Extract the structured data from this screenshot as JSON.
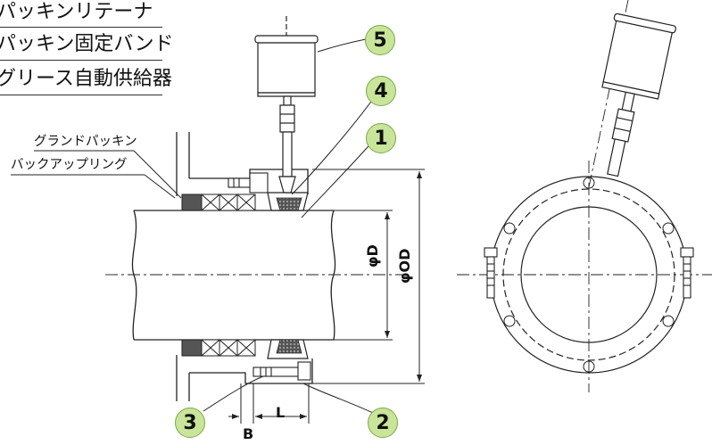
{
  "legend": [
    {
      "text": "パッキンリテーナ"
    },
    {
      "text": "パッキン固定バンド"
    },
    {
      "text": "グリース自動供給器"
    }
  ],
  "callouts": {
    "gland_packing": "グランドパッキン",
    "backup_ring": "バックアップリング"
  },
  "badges": [
    "5",
    "4",
    "1",
    "3",
    "2"
  ],
  "dimensions": {
    "inner_diameter": "φD",
    "outer_diameter": "φOD",
    "length": "L",
    "gap": "B"
  },
  "colors": {
    "badge_fill": "#c8e59a",
    "badge_border": "#7aa84a",
    "line": "#222222"
  }
}
